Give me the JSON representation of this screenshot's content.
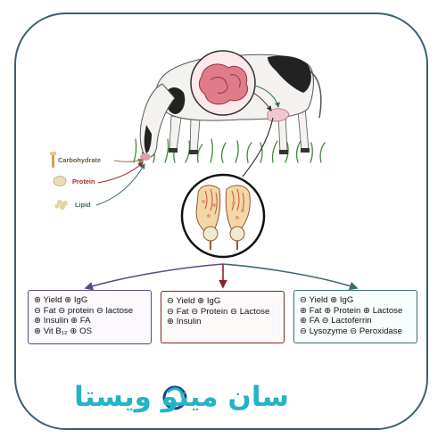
{
  "nutrients": {
    "carbohydrate": "Carbohydrate",
    "protein": "Protein",
    "lipid": "Lipid"
  },
  "boxes": {
    "left": {
      "lines": [
        "⊕ Yield ⊕ IgG",
        "⊖ Fat ⊖ protein ⊖ lactose",
        "⊕ Insulin ⊕  FA",
        "⊕ Vit B₁₂ ⊕ OS"
      ]
    },
    "middle": {
      "lines": [
        "⊖ Yield ⊕ IgG",
        "⊖ Fat ⊖ Protein ⊖ Lactose",
        "⊕ Insulin"
      ]
    },
    "right": {
      "lines": [
        "⊖ Yield ⊕ IgG",
        "⊕ Fat ⊕ Protein ⊕ Lactose",
        "⊕ FA ⊖ Lactoferrin",
        "⊖ Lysozyme ⊖ Peroxidase"
      ]
    }
  },
  "logo": {
    "text": "سان مینو ویستا"
  },
  "colors": {
    "frame": "#3b5f6e",
    "left_arrow": "#5c4a86",
    "middle_arrow": "#8a2323",
    "right_arrow": "#3e6a6f",
    "logo": "#24b3c7"
  }
}
